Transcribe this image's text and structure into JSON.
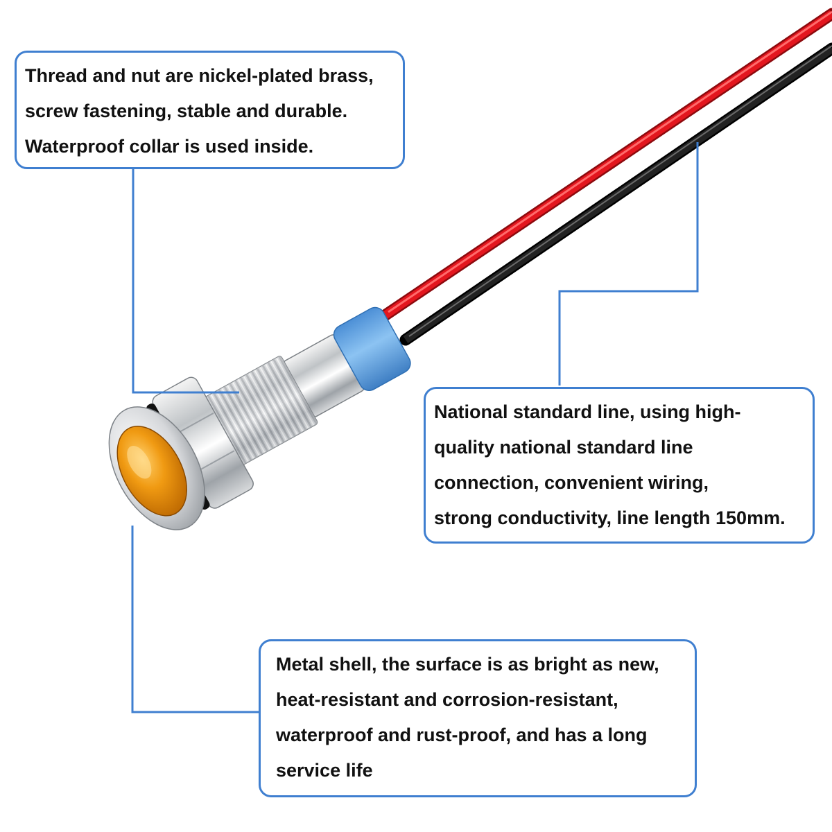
{
  "colors": {
    "accent": "#3f7fd0",
    "wire_red": "#e3161e",
    "wire_black": "#1a1a1a",
    "collar_blue": "#6eaee8",
    "lens_amber": "#e98a00"
  },
  "illustration": {
    "subject": "amber indicator lamp with nickel-plated metal shell and red/black wire leads"
  },
  "callouts": {
    "thread": {
      "lines": [
        "Thread and nut are nickel-plated brass,",
        "screw fastening, stable and durable.",
        "Waterproof collar is used inside."
      ]
    },
    "wire": {
      "lines": [
        "National standard line, using high-",
        "quality national standard line",
        "connection, convenient wiring,",
        "strong conductivity, line length 150mm."
      ]
    },
    "shell": {
      "lines": [
        "Metal shell, the surface is as bright as new,",
        "heat-resistant and corrosion-resistant,",
        "waterproof and rust-proof, and has a long",
        "service life"
      ]
    }
  }
}
